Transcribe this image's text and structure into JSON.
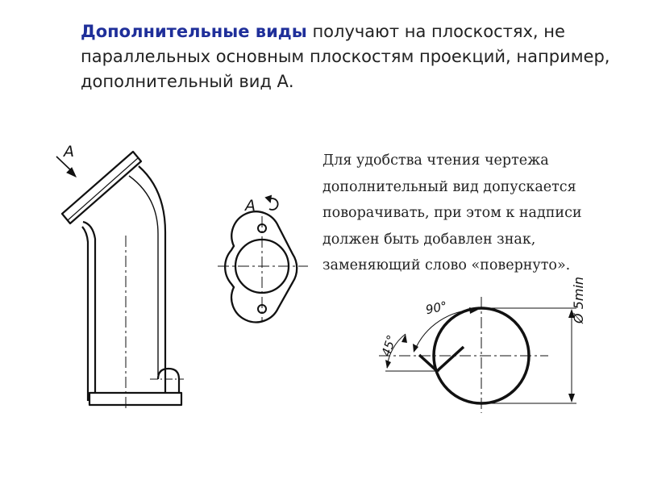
{
  "intro": {
    "term": "Дополнительные виды",
    "rest": " получают на плоскостях, не параллельных основным плоскостям проекций, например, дополнительный вид А."
  },
  "note": {
    "lines": [
      "Для удобства чтения чертежа",
      "дополнительный вид допускается",
      "поворачивать, при этом к надписи",
      "должен быть добавлен знак,",
      "заменяющий слово «повернуто»."
    ]
  },
  "labels": {
    "arrow_view": "A",
    "view_title": "A",
    "angle_90": "90°",
    "angle_45": "45°",
    "diameter": "Ø 5min"
  },
  "colors": {
    "term": "#1f2f9a",
    "text": "#222222",
    "line": "#111111"
  }
}
